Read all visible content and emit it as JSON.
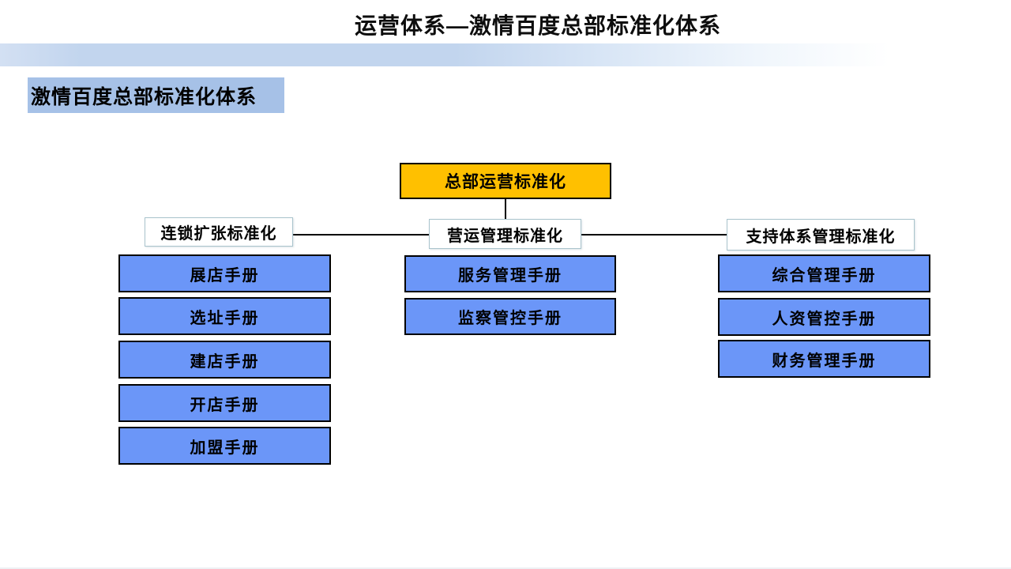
{
  "page": {
    "title": "运营体系—激情百度总部标准化体系"
  },
  "heading": {
    "label": "激情百度总部标准化体系"
  },
  "org": {
    "root": {
      "label": "总部运营标准化"
    },
    "branches": [
      {
        "label": "连锁扩张标准化",
        "children": [
          {
            "label": "展店手册"
          },
          {
            "label": "选址手册"
          },
          {
            "label": "建店手册"
          },
          {
            "label": "开店手册"
          },
          {
            "label": "加盟手册"
          }
        ]
      },
      {
        "label": "营运管理标准化",
        "children": [
          {
            "label": "服务管理手册"
          },
          {
            "label": "监察管控手册"
          }
        ]
      },
      {
        "label": "支持体系管理标准化",
        "children": [
          {
            "label": "综合管理手册"
          },
          {
            "label": "人资管控手册"
          },
          {
            "label": "财务管理手册"
          }
        ]
      }
    ]
  },
  "colors": {
    "title_text": "#0d0d0d",
    "band_blue": "#c2d5ee",
    "heading_fill": "#a6c1e7",
    "root_fill": "#ffc000",
    "branch_fill": "#ffffff",
    "branch_border": "#a9c3cc",
    "leaf_fill": "#6b96f8",
    "node_border": "#000000",
    "connector": "#000000"
  }
}
